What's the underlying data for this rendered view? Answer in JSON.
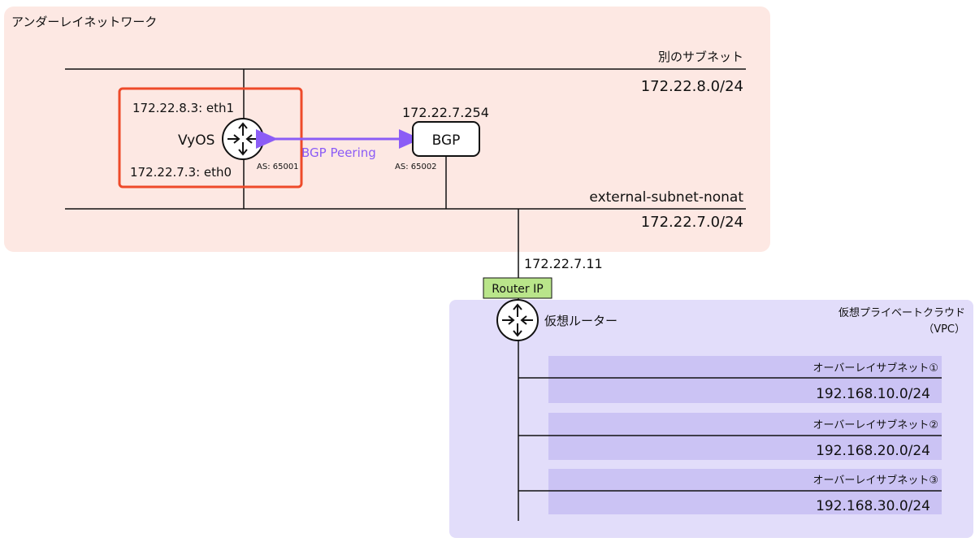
{
  "underlay": {
    "title": "アンダーレイネットワーク",
    "subnet_top": {
      "name": "別のサブネット",
      "cidr": "172.22.8.0/24"
    },
    "subnet_bottom": {
      "name": "external-subnet-nonat",
      "cidr": "172.22.7.0/24"
    }
  },
  "vyos": {
    "label": "VyOS",
    "eth1": "172.22.8.3: eth1",
    "eth0": "172.22.7.3: eth0",
    "as": "AS: 65001"
  },
  "bgp_peer": {
    "label": "BGP",
    "ip": "172.22.7.254",
    "as": "AS: 65002"
  },
  "peering_label": "BGP Peering",
  "router_ip": {
    "ip": "172.22.7.11",
    "tag": "Router IP"
  },
  "vpc": {
    "title_line1": "仮想プライベートクラウド",
    "title_line2": "（VPC）",
    "router_label": "仮想ルーター",
    "subnets": [
      {
        "name": "オーバーレイサブネット①",
        "cidr": "192.168.10.0/24"
      },
      {
        "name": "オーバーレイサブネット②",
        "cidr": "192.168.20.0/24"
      },
      {
        "name": "オーバーレイサブネット③",
        "cidr": "192.168.30.0/24"
      }
    ]
  },
  "colors": {
    "underlay_bg": "#fde8e3",
    "vpc_bg": "#e2ddfa",
    "overlay_subnet_bg": "#cbc3f4",
    "highlight_border": "#ee4a2a",
    "peering_arrow": "#8b5cf6",
    "router_ip_tag": "#b9e58a"
  }
}
